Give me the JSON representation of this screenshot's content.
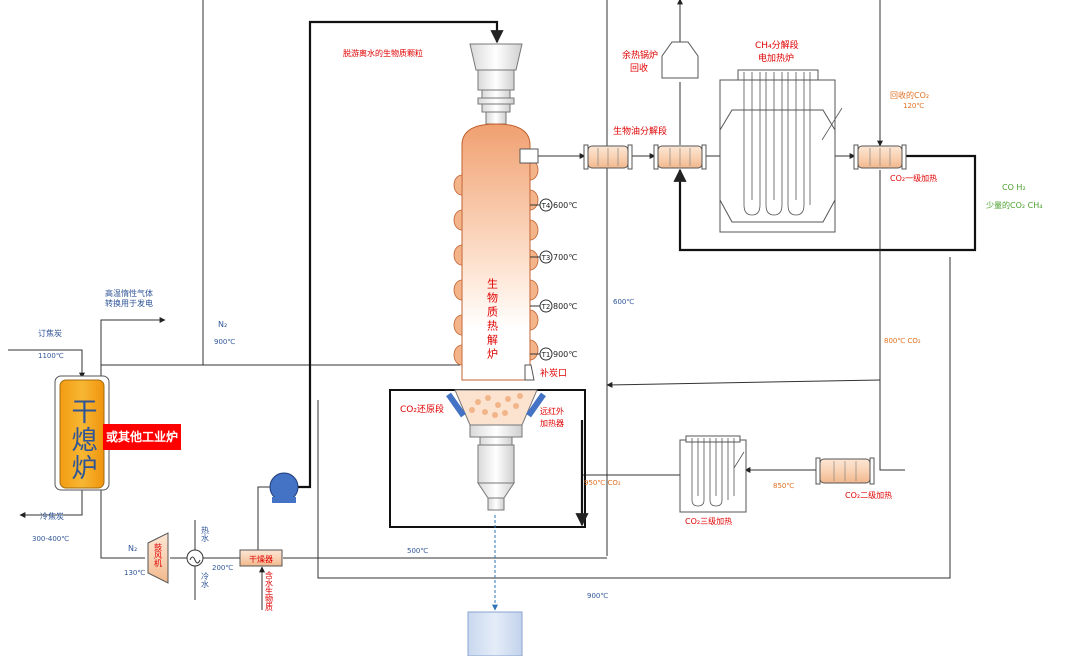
{
  "labels": {
    "coal_in": "订焦炭",
    "coal_in_temp": "1100℃",
    "coal_out": "冷焦炭",
    "coal_out_temp": "300-400℃",
    "hot_gas_line1": "高温惰性气体",
    "hot_gas_line2": "转换用于发电",
    "n2_top": "N₂",
    "n2_top_temp": "900℃",
    "n2_bottom": "N₂",
    "n2_bottom_temp": "130℃",
    "dry_quench": "干熄炉",
    "other_furnace": "或其他工业炉",
    "fan": "鼓风机",
    "hot_water": "热水",
    "cold_water": "冷水",
    "dryer_temp": "200℃",
    "dryer": "干燥器",
    "wet_biomass": "含水生物质",
    "biomass_top": "脱游离水的生物质颗粒",
    "pyro_reactor": "生物质热解炉",
    "t4": "T4",
    "t4_temp": "600℃",
    "t3": "T3",
    "t3_temp": "700℃",
    "t2": "T2",
    "t2_temp": "800℃",
    "t1": "T1",
    "t1_temp": "900℃",
    "carbon_feed": "补炭口",
    "co2_reduction": "CO₂还原段",
    "ir_heater": "远红外加热器",
    "waste_boiler": "余热锅炉回收",
    "oil_sep": "生物油分解段",
    "ch4_line1": "CH₄分解段",
    "ch4_line2": "电加热炉",
    "recovered_co2": "回收的CO₂",
    "recovered_co2_temp": "120℃",
    "co2_heat1": "CO₂一级加热",
    "product_line1": "CO  H₂",
    "product_line2": "少量的CO₂ CH₄",
    "temp_600": "600℃",
    "temp_800_co2": "800℃ CO₂",
    "co2_heat2": "CO₂二级加热",
    "temp_850": "850℃",
    "co2_heat3": "CO₂三级加热",
    "temp_950_co2": "950℃ CO₂",
    "temp_500": "500℃",
    "temp_900_bottom": "900℃"
  },
  "colors": {
    "label_blue": "#2f5597",
    "label_red": "#e00000",
    "label_green": "#4aa02c",
    "furnace_fill": "#f5a623",
    "reactor_top": "#f0a070",
    "red_box": "#ff0000"
  }
}
